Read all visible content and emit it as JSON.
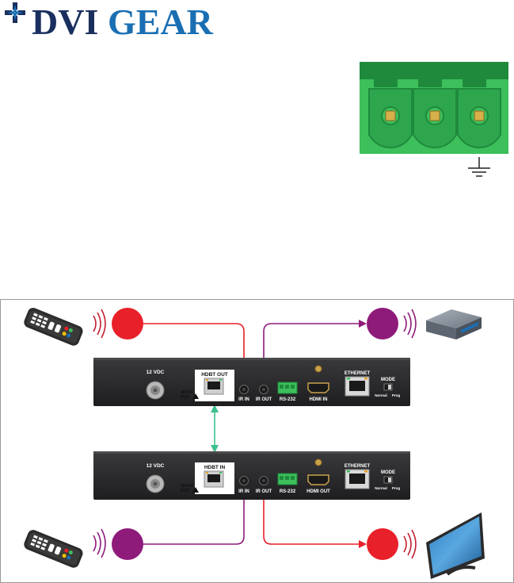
{
  "logo": {
    "brand_dvi": "DVI",
    "brand_gear": "GEAR",
    "colors": {
      "dvi": "#1a2f5e",
      "gear": "#1a6fb3"
    }
  },
  "connector": {
    "type": "3-pin terminal block",
    "ground_symbol": "ground-icon",
    "colors": {
      "body": "#3dbf5c",
      "dark": "#1f8a3c",
      "pin": "#d6b04a"
    }
  },
  "transmitter": {
    "labels": {
      "power": "12 VDC",
      "hdbt": "HDBT OUT",
      "poe_line1": "48VDC",
      "poe_line2": "POH",
      "ir_in": "IR IN",
      "ir_out": "IR OUT",
      "rs232": "RS-232",
      "hdmi": "HDMI IN",
      "ethernet": "ETHERNET",
      "mode": "MODE",
      "normal": "Normal",
      "prog": "Prog"
    }
  },
  "receiver": {
    "labels": {
      "power": "12 VDC",
      "hdbt": "HDBT IN",
      "poe_line1": "48VDC",
      "poe_line2": "POH",
      "ir_in": "IR IN",
      "ir_out": "IR OUT",
      "rs232": "RS-232",
      "hdmi": "HDMI OUT",
      "ethernet": "ETHERNET",
      "mode": "MODE",
      "normal": "Normal",
      "prog": "Prog"
    }
  },
  "colors": {
    "red_signal": "#e8202a",
    "purple_signal": "#8e1b7a",
    "link": "#3dbf8c",
    "panel": "#2a2a2c",
    "frame": "#999999"
  },
  "icons": [
    "remote-icon",
    "source-device-icon",
    "tv-display-icon",
    "ir-wave-icon"
  ]
}
